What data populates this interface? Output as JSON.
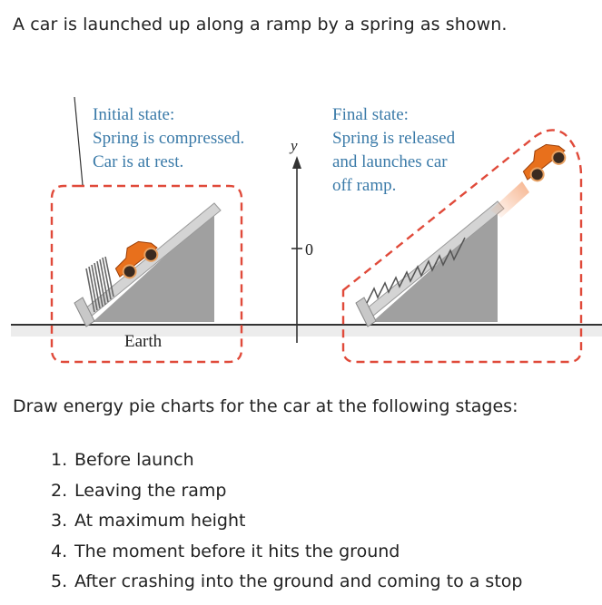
{
  "problem": {
    "intro": "A car is launched up along a ramp by a spring as shown.",
    "prompt": "Draw energy pie charts for the car at the following stages:"
  },
  "figure": {
    "initial_label_line1": "Initial state:",
    "initial_label_line2": "Spring is compressed.",
    "initial_label_line3": "Car is at rest.",
    "final_label_line1": "Final state:",
    "final_label_line2": "Spring is released",
    "final_label_line3": "and launches car",
    "final_label_line4": "off ramp.",
    "axis_label": "y",
    "axis_zero": "0",
    "ground_label": "Earth",
    "colors": {
      "system_boundary": "#e04a3a",
      "ramp": "#a0a0a0",
      "ramp_edge": "#c8c8c8",
      "car": "#e8701c",
      "ground": "#333333"
    }
  },
  "stages": [
    {
      "number": "1.",
      "text": "Before launch"
    },
    {
      "number": "2.",
      "text": "Leaving the ramp"
    },
    {
      "number": "3.",
      "text": "At maximum height"
    },
    {
      "number": "4.",
      "text": "The moment before it hits the ground"
    },
    {
      "number": "5.",
      "text": "After crashing into the ground and coming to a stop"
    }
  ]
}
